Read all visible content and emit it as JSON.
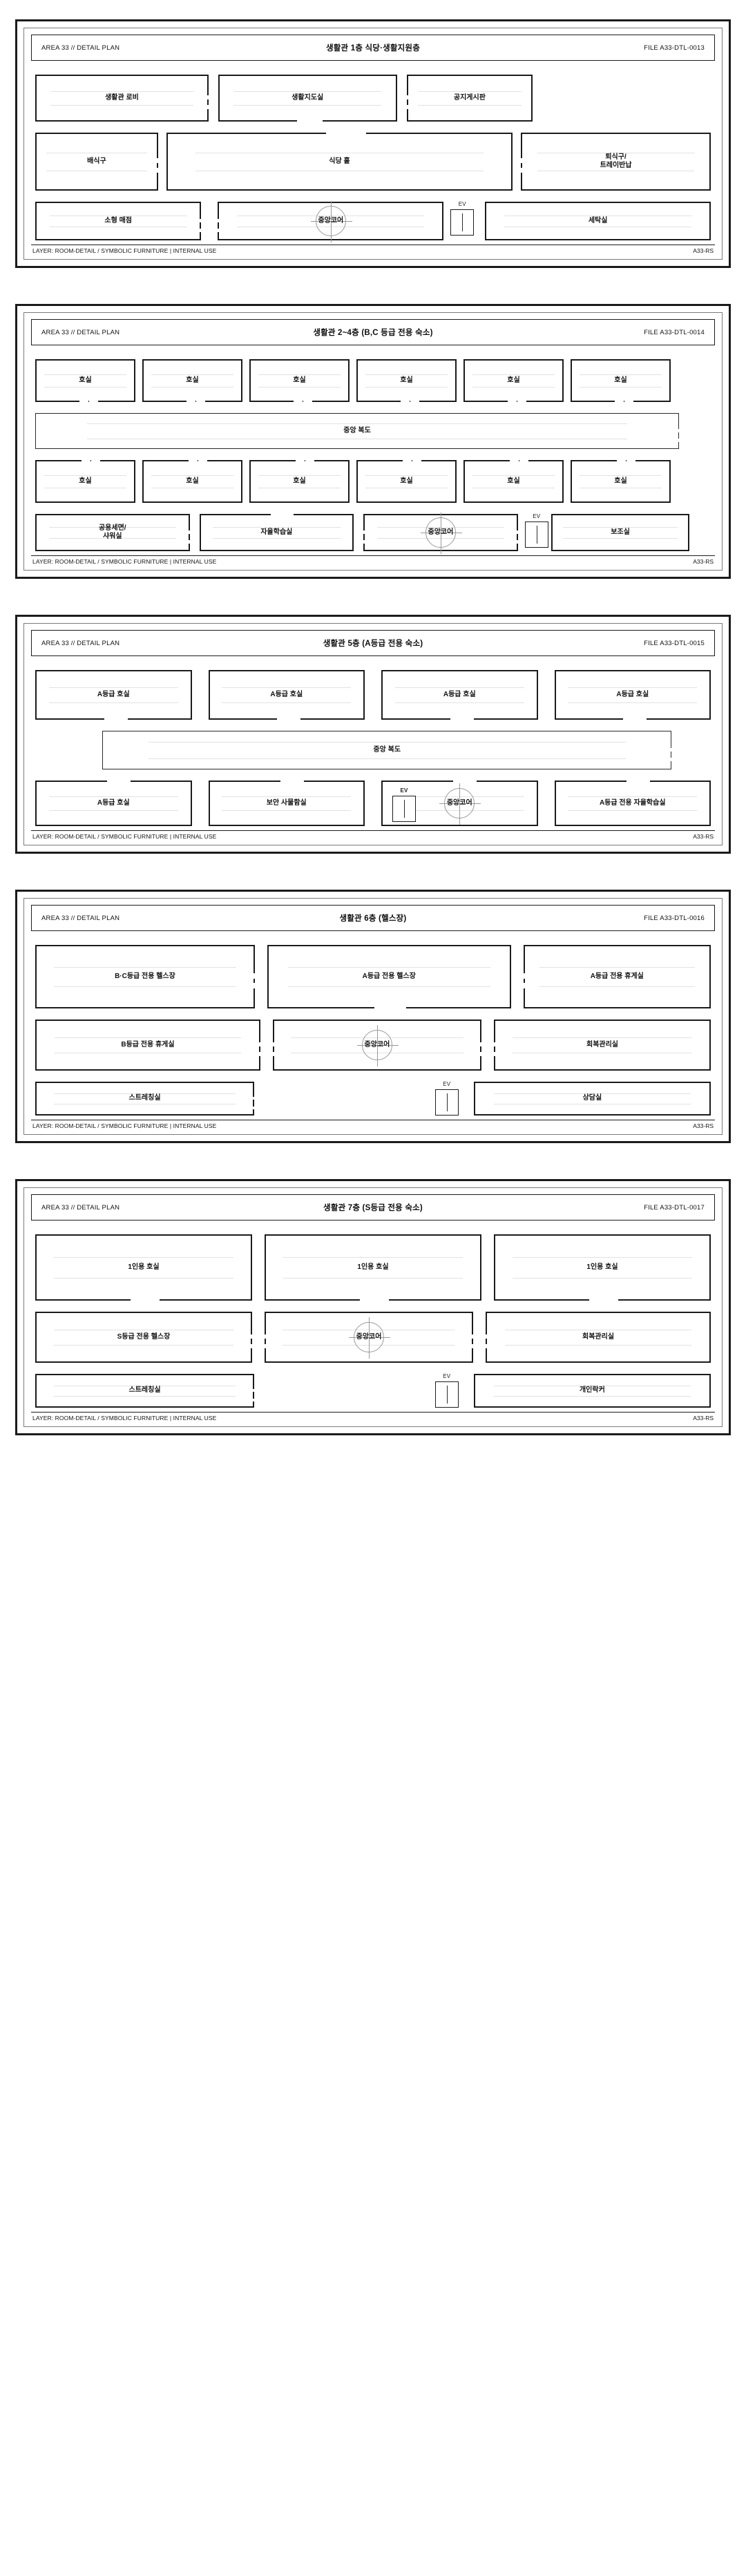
{
  "document": {
    "discipline": "AREA 33 // DETAIL PLAN",
    "footer_layer": "LAYER: ROOM-DETAIL / SYMBOLIC FURNITURE | INTERNAL USE",
    "footer_code": "A33-RS",
    "ev_tag": "EV"
  },
  "sheets": [
    {
      "left": "AREA 33 // DETAIL PLAN",
      "title": "생활관 1층 식당·생활지원층",
      "file": "FILE A33-DTL-0013",
      "footer_layer": "LAYER: ROOM-DETAIL / SYMBOLIC FURNITURE | INTERNAL USE",
      "footer_code": "A33-RS",
      "rows": [
        {
          "cells": [
            {
              "kind": "room",
              "label": "생활관 로비",
              "flex": 1.55,
              "h": 68,
              "doors": [
                "right"
              ]
            },
            {
              "kind": "gap",
              "w": 14
            },
            {
              "kind": "room",
              "label": "생활지도실",
              "flex": 1.6,
              "h": 68,
              "doors": [
                "bottom"
              ]
            },
            {
              "kind": "gap",
              "w": 14
            },
            {
              "kind": "room",
              "label": "공지게시판",
              "flex": 1.1,
              "h": 68,
              "doors": [
                "left"
              ]
            },
            {
              "kind": "spacer",
              "flex": 1.7
            }
          ]
        },
        {
          "cells": [
            {
              "kind": "room",
              "label": "배식구",
              "flex": 1.0,
              "h": 84,
              "doors": [
                "right"
              ]
            },
            {
              "kind": "gap",
              "w": 12
            },
            {
              "kind": "room",
              "label": "식당 홀",
              "flex": 3.0,
              "h": 84,
              "doors": [
                "top"
              ]
            },
            {
              "kind": "gap",
              "w": 12
            },
            {
              "kind": "room",
              "label": "퇴식구/\n트레이반납",
              "flex": 1.6,
              "h": 84,
              "doors": [
                "left"
              ]
            }
          ]
        },
        {
          "cells": [
            {
              "kind": "room",
              "label": "소형 매점",
              "flex": 1.3,
              "h": 56,
              "doors": [
                "right"
              ]
            },
            {
              "kind": "gap",
              "w": 24
            },
            {
              "kind": "room",
              "label": "중앙코어",
              "flex": 1.8,
              "h": 56,
              "core": true,
              "doors": [
                "left"
              ]
            },
            {
              "kind": "gap",
              "w": 10
            },
            {
              "kind": "ev"
            },
            {
              "kind": "gap",
              "w": 16
            },
            {
              "kind": "room",
              "label": "세탁실",
              "flex": 1.8,
              "h": 56
            }
          ]
        }
      ]
    },
    {
      "left": "AREA 33 // DETAIL PLAN",
      "title": "생활관 2~4층 (B,C 등급 전용 숙소)",
      "file": "FILE A33-DTL-0014",
      "footer_layer": "LAYER: ROOM-DETAIL / SYMBOLIC FURNITURE | INTERNAL USE",
      "footer_code": "A33-RS",
      "rows": [
        {
          "cells": [
            {
              "kind": "room",
              "label": "호실",
              "flex": 1,
              "h": 62,
              "doors": [
                "bottom"
              ]
            },
            {
              "kind": "gap",
              "w": 10
            },
            {
              "kind": "room",
              "label": "호실",
              "flex": 1,
              "h": 62,
              "doors": [
                "bottom"
              ]
            },
            {
              "kind": "gap",
              "w": 10
            },
            {
              "kind": "room",
              "label": "호실",
              "flex": 1,
              "h": 62,
              "doors": [
                "bottom"
              ]
            },
            {
              "kind": "gap",
              "w": 10
            },
            {
              "kind": "room",
              "label": "호실",
              "flex": 1,
              "h": 62,
              "doors": [
                "bottom"
              ]
            },
            {
              "kind": "gap",
              "w": 10
            },
            {
              "kind": "room",
              "label": "호실",
              "flex": 1,
              "h": 62,
              "doors": [
                "bottom"
              ]
            },
            {
              "kind": "gap",
              "w": 10
            },
            {
              "kind": "room",
              "label": "호실",
              "flex": 1,
              "h": 62,
              "doors": [
                "bottom"
              ]
            },
            {
              "kind": "spacer",
              "flex": 0.45
            }
          ]
        },
        {
          "cells": [
            {
              "kind": "corridor",
              "label": "중앙 복도",
              "flex": 1,
              "h": 52,
              "doors": [
                "right"
              ]
            },
            {
              "kind": "spacer",
              "flex": 0.05
            }
          ]
        },
        {
          "cells": [
            {
              "kind": "room",
              "label": "호실",
              "flex": 1,
              "h": 62,
              "doors": [
                "top"
              ]
            },
            {
              "kind": "gap",
              "w": 10
            },
            {
              "kind": "room",
              "label": "호실",
              "flex": 1,
              "h": 62,
              "doors": [
                "top"
              ]
            },
            {
              "kind": "gap",
              "w": 10
            },
            {
              "kind": "room",
              "label": "호실",
              "flex": 1,
              "h": 62,
              "doors": [
                "top"
              ]
            },
            {
              "kind": "gap",
              "w": 10
            },
            {
              "kind": "room",
              "label": "호실",
              "flex": 1,
              "h": 62,
              "doors": [
                "top"
              ]
            },
            {
              "kind": "gap",
              "w": 10
            },
            {
              "kind": "room",
              "label": "호실",
              "flex": 1,
              "h": 62,
              "doors": [
                "top"
              ]
            },
            {
              "kind": "gap",
              "w": 10
            },
            {
              "kind": "room",
              "label": "호실",
              "flex": 1,
              "h": 62,
              "doors": [
                "top"
              ]
            },
            {
              "kind": "spacer",
              "flex": 0.45
            }
          ]
        },
        {
          "cells": [
            {
              "kind": "room",
              "label": "공용세면/\n샤워실",
              "flex": 1.35,
              "h": 54,
              "doors": [
                "right"
              ]
            },
            {
              "kind": "gap",
              "w": 14
            },
            {
              "kind": "room",
              "label": "자율학습실",
              "flex": 1.35,
              "h": 54,
              "doors": [
                "top"
              ]
            },
            {
              "kind": "gap",
              "w": 14
            },
            {
              "kind": "room",
              "label": "중앙코어",
              "flex": 1.35,
              "h": 54,
              "core": true,
              "doors": [
                "left",
                "right"
              ]
            },
            {
              "kind": "gap",
              "w": 10
            },
            {
              "kind": "ev"
            },
            {
              "kind": "gap",
              "w": 4
            },
            {
              "kind": "room",
              "label": "보조실",
              "flex": 1.2,
              "h": 54
            },
            {
              "kind": "spacer",
              "flex": 0.2
            }
          ]
        }
      ]
    },
    {
      "left": "AREA 33 // DETAIL PLAN",
      "title": "생활관 5층 (A등급 전용 숙소)",
      "file": "FILE A33-DTL-0015",
      "footer_layer": "LAYER: ROOM-DETAIL / SYMBOLIC FURNITURE | INTERNAL USE",
      "footer_code": "A33-RS",
      "rows": [
        {
          "cells": [
            {
              "kind": "room",
              "label": "A등급 호실",
              "flex": 1,
              "h": 72,
              "doors": [
                "bottom"
              ]
            },
            {
              "kind": "gap",
              "w": 24
            },
            {
              "kind": "room",
              "label": "A등급 호실",
              "flex": 1,
              "h": 72,
              "doors": [
                "bottom"
              ]
            },
            {
              "kind": "gap",
              "w": 24
            },
            {
              "kind": "room",
              "label": "A등급 호실",
              "flex": 1,
              "h": 72,
              "doors": [
                "bottom"
              ]
            },
            {
              "kind": "gap",
              "w": 24
            },
            {
              "kind": "room",
              "label": "A등급 호실",
              "flex": 1,
              "h": 72,
              "doors": [
                "bottom"
              ]
            }
          ]
        },
        {
          "cells": [
            {
              "kind": "spacer",
              "flex": 0.12
            },
            {
              "kind": "corridor",
              "label": "중앙 복도",
              "flex": 1,
              "h": 56,
              "doors": [
                "right"
              ]
            },
            {
              "kind": "spacer",
              "flex": 0.07
            }
          ]
        },
        {
          "cells": [
            {
              "kind": "room",
              "label": "A등급 호실",
              "flex": 1,
              "h": 66,
              "doors": [
                "top"
              ]
            },
            {
              "kind": "gap",
              "w": 24
            },
            {
              "kind": "room",
              "label": "보안 사물함실",
              "flex": 1,
              "h": 66,
              "doors": [
                "top"
              ]
            },
            {
              "kind": "gap",
              "w": 24
            },
            {
              "kind": "room",
              "label": "중앙코어",
              "flex": 1,
              "h": 66,
              "core": true,
              "ev_embedded": true,
              "doors": [
                "top"
              ]
            },
            {
              "kind": "gap",
              "w": 24
            },
            {
              "kind": "room",
              "label": "A등급 전용 자율학습실",
              "flex": 1,
              "h": 66,
              "doors": [
                "top"
              ]
            }
          ]
        }
      ]
    },
    {
      "left": "AREA 33 // DETAIL PLAN",
      "title": "생활관 6층 (헬스장)",
      "file": "FILE A33-DTL-0016",
      "footer_layer": "LAYER: ROOM-DETAIL / SYMBOLIC FURNITURE | INTERNAL USE",
      "footer_code": "A33-RS",
      "rows": [
        {
          "cells": [
            {
              "kind": "room",
              "label": "B·C등급 전용 헬스장",
              "flex": 1.3,
              "h": 92,
              "doors": [
                "right"
              ]
            },
            {
              "kind": "gap",
              "w": 18
            },
            {
              "kind": "room",
              "label": "A등급 전용 헬스장",
              "flex": 1.45,
              "h": 92,
              "doors": [
                "bottom"
              ]
            },
            {
              "kind": "gap",
              "w": 18
            },
            {
              "kind": "room",
              "label": "A등급 전용 휴게실",
              "flex": 1.1,
              "h": 92,
              "doors": [
                "left"
              ]
            }
          ]
        },
        {
          "cells": [
            {
              "kind": "room",
              "label": "B등급 전용 휴게실",
              "flex": 1.3,
              "h": 74,
              "doors": [
                "right"
              ]
            },
            {
              "kind": "gap",
              "w": 18
            },
            {
              "kind": "room",
              "label": "중앙코어",
              "flex": 1.2,
              "h": 74,
              "core": true,
              "doors": [
                "left",
                "right"
              ]
            },
            {
              "kind": "gap",
              "w": 18
            },
            {
              "kind": "room",
              "label": "회복관리실",
              "flex": 1.25,
              "h": 74,
              "doors": [
                "left"
              ]
            }
          ]
        },
        {
          "cells": [
            {
              "kind": "room",
              "label": "스트레칭실",
              "flex": 1.15,
              "h": 40,
              "doors": [
                "right"
              ]
            },
            {
              "kind": "spacer",
              "flex": 1.0
            },
            {
              "kind": "ev"
            },
            {
              "kind": "gap",
              "w": 22
            },
            {
              "kind": "room",
              "label": "상담실",
              "flex": 1.25,
              "h": 40
            }
          ]
        }
      ]
    },
    {
      "left": "AREA 33 // DETAIL PLAN",
      "title": "생활관 7층 (S등급 전용 숙소)",
      "file": "FILE A33-DTL-0017",
      "footer_layer": "LAYER: ROOM-DETAIL / SYMBOLIC FURNITURE | INTERNAL USE",
      "footer_code": "A33-RS",
      "rows": [
        {
          "cells": [
            {
              "kind": "room",
              "label": "1인용 호실",
              "flex": 1,
              "h": 96,
              "doors": [
                "bottom"
              ]
            },
            {
              "kind": "gap",
              "w": 18
            },
            {
              "kind": "room",
              "label": "1인용 호실",
              "flex": 1,
              "h": 96,
              "doors": [
                "bottom"
              ]
            },
            {
              "kind": "gap",
              "w": 18
            },
            {
              "kind": "room",
              "label": "1인용 호실",
              "flex": 1,
              "h": 96,
              "doors": [
                "bottom"
              ]
            }
          ]
        },
        {
          "cells": [
            {
              "kind": "room",
              "label": "S등급 전용 헬스장",
              "flex": 1.25,
              "h": 74,
              "doors": [
                "right"
              ]
            },
            {
              "kind": "gap",
              "w": 18
            },
            {
              "kind": "room",
              "label": "중앙코어",
              "flex": 1.2,
              "h": 74,
              "core": true,
              "doors": [
                "left",
                "right"
              ]
            },
            {
              "kind": "gap",
              "w": 18
            },
            {
              "kind": "room",
              "label": "회복관리실",
              "flex": 1.3,
              "h": 74,
              "doors": [
                "left"
              ]
            }
          ]
        },
        {
          "cells": [
            {
              "kind": "room",
              "label": "스트레칭실",
              "flex": 1.15,
              "h": 40,
              "doors": [
                "right"
              ]
            },
            {
              "kind": "spacer",
              "flex": 1.0
            },
            {
              "kind": "ev"
            },
            {
              "kind": "gap",
              "w": 22
            },
            {
              "kind": "room",
              "label": "개인락커",
              "flex": 1.25,
              "h": 40
            }
          ]
        }
      ]
    }
  ]
}
